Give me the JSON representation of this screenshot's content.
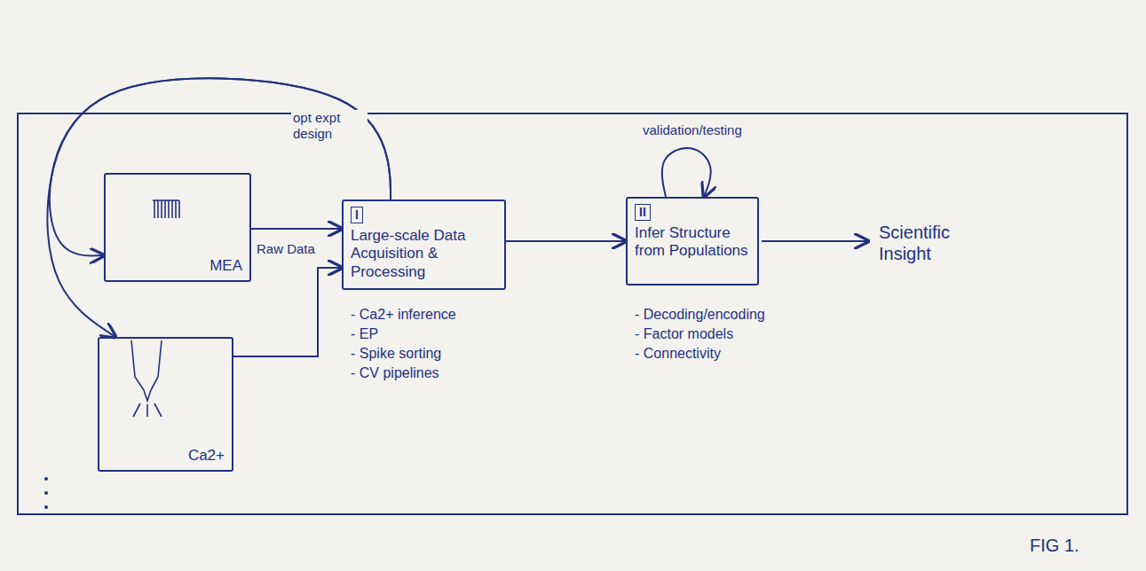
{
  "diagram": {
    "nodes": [
      {
        "text": [
          "MEA"
        ]
      },
      {
        "text": [
          "Ca2+"
        ]
      },
      {
        "text": [
          "I",
          "Large-scale Data Acquisition & Processing"
        ]
      },
      {
        "text": [
          "II",
          "Infer Structure from Populations"
        ]
      }
    ],
    "edges": [
      {
        "from": 0,
        "to": 2,
        "arrow": "to",
        "label": "Raw Data"
      },
      {
        "from": 1,
        "to": 2,
        "arrow": "to"
      },
      {
        "from": 2,
        "to": 0,
        "arrow": "to",
        "label": "opt expt design"
      },
      {
        "from": 2,
        "to": 1,
        "arrow": "to"
      },
      {
        "from": 2,
        "to": 3,
        "arrow": "to"
      },
      {
        "from": 3,
        "to": 3,
        "arrow": "to",
        "label": "validation/testing"
      }
    ],
    "labels": [
      "- Ca2+ inference",
      "- EP",
      "- Spike sorting",
      "- CV pipelines",
      "- Decoding/encoding",
      "- Factor models",
      "- Connectivity",
      "Scientific Insight",
      "FIG 1."
    ]
  }
}
